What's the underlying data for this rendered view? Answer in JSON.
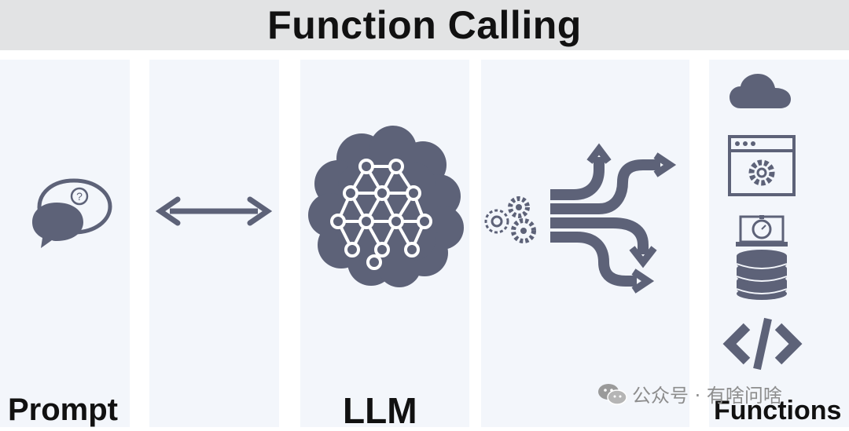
{
  "title": "Function Calling",
  "labels": {
    "prompt": "Prompt",
    "llm": "LLM",
    "functions": "Functions"
  },
  "watermark": {
    "text": "公众号 · 有啥问啥",
    "icon": "wechat-icon"
  },
  "icons": {
    "prompt": "chat-bubbles-question-icon",
    "connector": "double-headed-arrow-icon",
    "llm": "brain-network-icon",
    "router": "gears-branching-arrows-icon",
    "functions": [
      "cloud-icon",
      "browser-gear-icon",
      "laptop-timer-icon",
      "database-icon",
      "code-icon"
    ]
  },
  "colors": {
    "icon": "#5d6278",
    "title_bg": "#e2e3e4",
    "panel_bg": "#f3f6fb"
  }
}
